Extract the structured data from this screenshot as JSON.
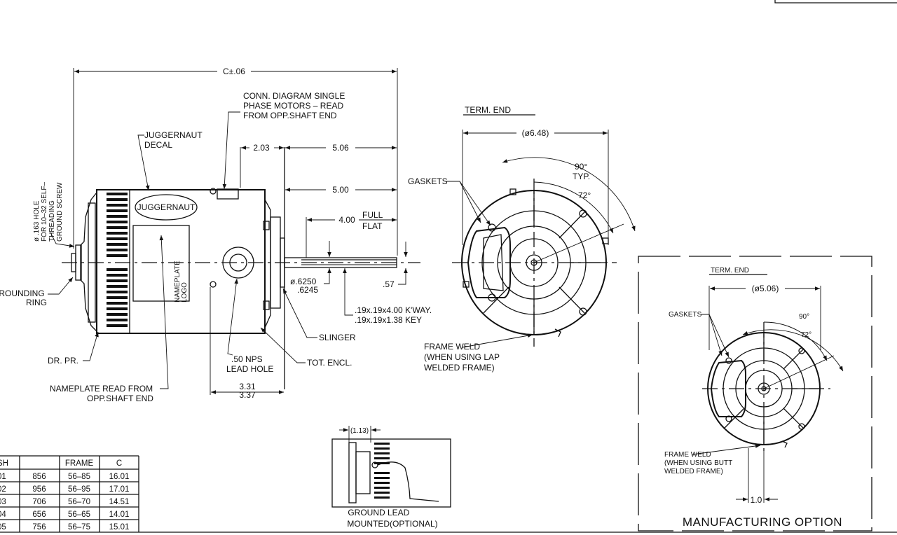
{
  "drawing": {
    "dim_c": "C±.06",
    "conn_diagram": [
      "CONN. DIAGRAM SINGLE",
      "PHASE MOTORS – READ",
      "FROM OPP.SHAFT END"
    ],
    "decal_note": [
      "JUGGERNAUT",
      "DECAL"
    ],
    "decal_text": "JUGGERNAUT",
    "ground_screw_note": [
      "ø .163 HOLE",
      "FOR 10–32 SELF–",
      "THREADING",
      "GROUND SCREW"
    ],
    "dim_203": "2.03",
    "dim_506": "5.06",
    "dim_500": "5.00",
    "dim_400": "4.00",
    "full_flat": [
      "FULL",
      "FLAT"
    ],
    "nameplate_logo": [
      "NAMEPLATE",
      "LOGO"
    ],
    "grounding_ring": [
      "GROUNDING",
      "RING"
    ],
    "shaft_dia": [
      "ø.6250",
      ".6245"
    ],
    "dim_57": ".57",
    "keyway": [
      ".19x.19x4.00 K'WAY.",
      ".19x.19x1.38 KEY"
    ],
    "slinger": "SLINGER",
    "tot_encl": "TOT. ENCL.",
    "lead_hole": [
      ".50 NPS",
      "LEAD HOLE"
    ],
    "dr_pr": "DR. PR.",
    "nameplate_read": [
      "NAMEPLATE READ FROM",
      "OPP.SHAFT END"
    ],
    "dim_331": "3.31",
    "dim_337": "3.37"
  },
  "term_end_view": {
    "title": "TERM. END",
    "dia": "(ø6.48)",
    "angle_90": [
      "90°",
      "TYP."
    ],
    "angle_72": "72°",
    "gaskets": "GASKETS",
    "frame_weld": [
      "FRAME WELD",
      "(WHEN USING LAP",
      "WELDED FRAME)"
    ]
  },
  "ground_lead_view": {
    "dim": "(1.13)",
    "caption": [
      "GROUND LEAD",
      "MOUNTED(OPTIONAL)"
    ]
  },
  "manufacturing_option": {
    "title": "TERM. END",
    "dia": "(ø5.06)",
    "gaskets": "GASKETS",
    "angle_90": "90°",
    "angle_72": "72°",
    "frame_weld": [
      "FRAME WELD",
      "(WHEN USING BUTT",
      "WELDED FRAME)"
    ],
    "dim_10": "1.0",
    "caption": "MANUFACTURING OPTION"
  },
  "table": {
    "headers": [
      "SH",
      "",
      "FRAME",
      "C"
    ],
    "rows": [
      [
        "01",
        "856",
        "56–85",
        "16.01"
      ],
      [
        "02",
        "956",
        "56–95",
        "17.01"
      ],
      [
        "03",
        "706",
        "56–70",
        "14.51"
      ],
      [
        "04",
        "656",
        "56–65",
        "14.01"
      ],
      [
        "05",
        "756",
        "56–75",
        "15.01"
      ]
    ]
  }
}
